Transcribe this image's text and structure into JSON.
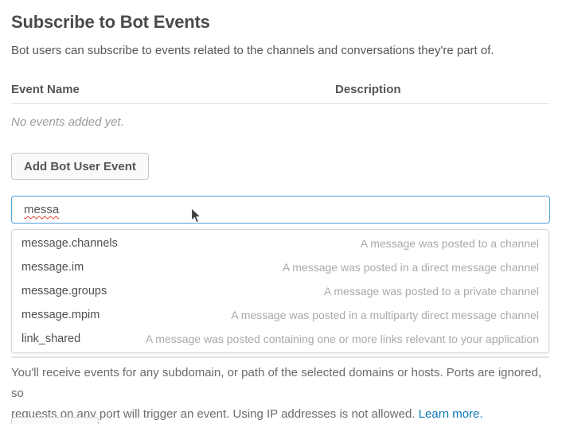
{
  "page": {
    "title": "Subscribe to Bot Events",
    "subtitle": "Bot users can subscribe to events related to the channels and conversations they're part of."
  },
  "events_table": {
    "columns": [
      "Event Name",
      "Description"
    ],
    "empty_message": "No events added yet."
  },
  "buttons": {
    "add_bot_user_event": "Add Bot User Event"
  },
  "event_search": {
    "value": "messa"
  },
  "suggestions": [
    {
      "name": "message.channels",
      "description": "A message was posted to a channel"
    },
    {
      "name": "message.im",
      "description": "A message was posted in a direct message channel"
    },
    {
      "name": "message.groups",
      "description": "A message was posted to a private channel"
    },
    {
      "name": "message.mpim",
      "description": "A message was posted in a multiparty direct message channel"
    },
    {
      "name": "link_shared",
      "description": "A message was posted containing one or more links relevant to your application"
    }
  ],
  "footer_note": {
    "lines": [
      "You'll receive events for any subdomain, or path of the selected domains or hosts. Ports are ignored, so",
      "requests on any port will trigger an event. Using IP addresses is not allowed."
    ],
    "link": "Learn more."
  },
  "colors": {
    "input-focus": "#4fa0d8",
    "link": "#0b76b8",
    "spellcheck": "#e0462e"
  }
}
